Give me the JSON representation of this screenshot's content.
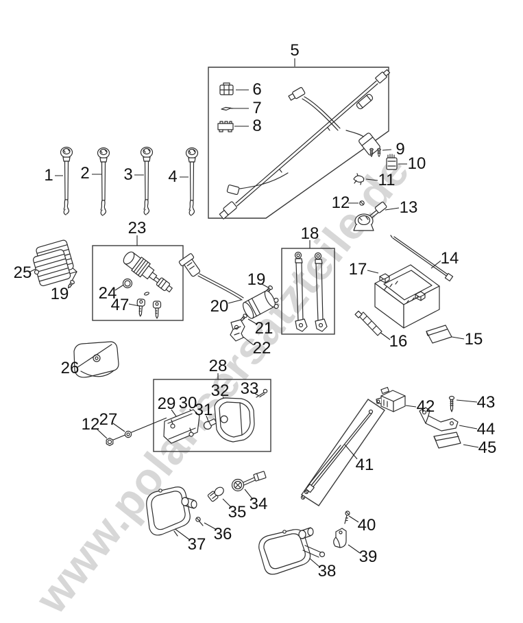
{
  "watermark": {
    "text": "www.polarisersatzteile.de"
  },
  "diagram": {
    "labels": [
      {
        "text": "1"
      },
      {
        "text": "2"
      },
      {
        "text": "3"
      },
      {
        "text": "4"
      },
      {
        "text": "5"
      },
      {
        "text": "6"
      },
      {
        "text": "7"
      },
      {
        "text": "8"
      },
      {
        "text": "9"
      },
      {
        "text": "10"
      },
      {
        "text": "11"
      },
      {
        "text": "12"
      },
      {
        "text": "13"
      },
      {
        "text": "14"
      },
      {
        "text": "15"
      },
      {
        "text": "16"
      },
      {
        "text": "17"
      },
      {
        "text": "18"
      },
      {
        "text": "19"
      },
      {
        "text": "20"
      },
      {
        "text": "21"
      },
      {
        "text": "22"
      },
      {
        "text": "23"
      },
      {
        "text": "24"
      },
      {
        "text": "25"
      },
      {
        "text": "19"
      },
      {
        "text": "26"
      },
      {
        "text": "27"
      },
      {
        "text": "12"
      },
      {
        "text": "28"
      },
      {
        "text": "29"
      },
      {
        "text": "30"
      },
      {
        "text": "31"
      },
      {
        "text": "32"
      },
      {
        "text": "33"
      },
      {
        "text": "34"
      },
      {
        "text": "35"
      },
      {
        "text": "36"
      },
      {
        "text": "37"
      },
      {
        "text": "38"
      },
      {
        "text": "39"
      },
      {
        "text": "40"
      },
      {
        "text": "41"
      },
      {
        "text": "42"
      },
      {
        "text": "43"
      },
      {
        "text": "44"
      },
      {
        "text": "45"
      },
      {
        "text": "47"
      }
    ]
  }
}
